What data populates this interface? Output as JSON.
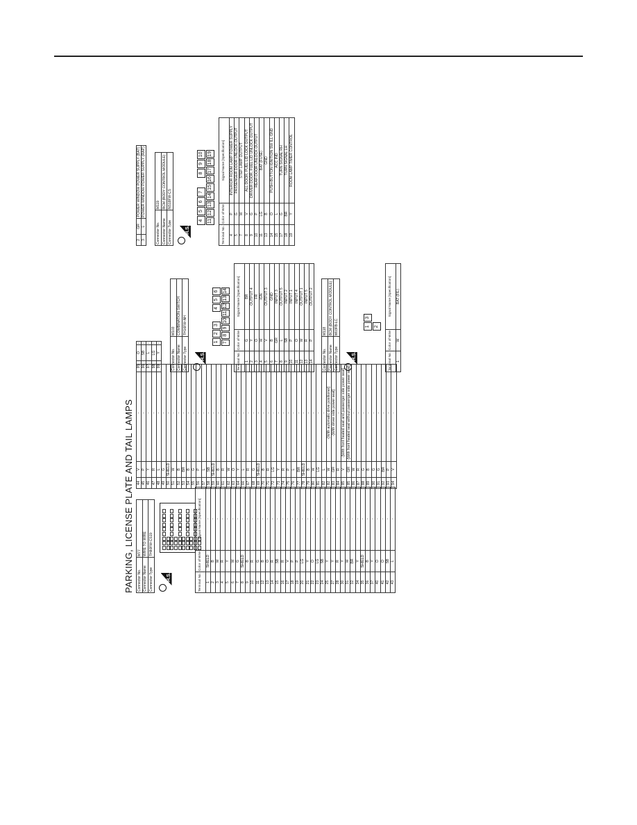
{
  "page": {
    "title": "PARKING, LICENSE PLATE AND TAIL LAMPS",
    "hs_label": "H.S."
  },
  "labels": {
    "connector_no": "Connector No.",
    "connector_name": "Connector Name",
    "connector_type": "Connector Type",
    "terminal_no": "Terminal No.",
    "color_of_wire": "Color of Wire",
    "signal_name": "Signal Name [Specification]"
  },
  "m77": {
    "no": "M77",
    "name": "WIRE TO WIRE",
    "type": "TH80FW-CS19",
    "rows": [
      [
        "1",
        "SHIELD",
        "-"
      ],
      [
        "2",
        "B",
        "-"
      ],
      [
        "3",
        "W",
        "-"
      ],
      [
        "4",
        "R",
        "-"
      ],
      [
        "5",
        "Y",
        "-"
      ],
      [
        "6",
        "W",
        "-"
      ],
      [
        "7",
        "G",
        "-"
      ],
      [
        "8",
        "SHIELD",
        "-"
      ],
      [
        "9",
        "B",
        "-"
      ],
      [
        "10",
        "R",
        "-"
      ],
      [
        "11",
        "G",
        "-"
      ],
      [
        "12",
        "B",
        "-"
      ],
      [
        "13",
        "O",
        "-"
      ],
      [
        "14",
        "R",
        "-"
      ],
      [
        "15",
        "SB",
        "-"
      ],
      [
        "16",
        "R",
        "-"
      ],
      [
        "17",
        "V",
        "-"
      ],
      [
        "18",
        "P",
        "-"
      ],
      [
        "19",
        "P",
        "-"
      ],
      [
        "20",
        "LG",
        "-"
      ],
      [
        "21",
        "Y",
        "-"
      ],
      [
        "22",
        "O",
        "-"
      ],
      [
        "23",
        "LG",
        "-"
      ],
      [
        "24",
        "SB",
        "-"
      ],
      [
        "25",
        "Y",
        "-"
      ],
      [
        "27",
        "Y",
        "-"
      ],
      [
        "28",
        "R",
        "-"
      ],
      [
        "30",
        "Y",
        "-"
      ],
      [
        "31",
        "W",
        "-"
      ],
      [
        "32",
        "BR",
        "-"
      ],
      [
        "34",
        "Y",
        "-"
      ],
      [
        "35",
        "SHIELD",
        "-"
      ],
      [
        "36",
        "B",
        "-"
      ],
      [
        "37",
        "Y",
        "-"
      ],
      [
        "40",
        "O",
        "-"
      ],
      [
        "41",
        "O",
        "-"
      ],
      [
        "42",
        "SB",
        "-"
      ],
      [
        "43",
        "L",
        "-"
      ]
    ],
    "rows2": [
      [
        "44",
        "V",
        "-"
      ],
      [
        "45",
        "P",
        "-"
      ],
      [
        "46",
        "Y",
        "-"
      ],
      [
        "47",
        "R",
        "-"
      ],
      [
        "48",
        "L",
        "-"
      ],
      [
        "49",
        "G",
        "-"
      ],
      [
        "50",
        "SHIELD",
        "-"
      ],
      [
        "51",
        "W",
        "-"
      ],
      [
        "52",
        "B",
        "-"
      ],
      [
        "53",
        "BR",
        "-"
      ],
      [
        "54",
        "B",
        "-"
      ],
      [
        "55",
        "G",
        "-"
      ],
      [
        "56",
        "P",
        "-"
      ],
      [
        "57",
        "L",
        "-"
      ],
      [
        "58",
        "SB",
        "-"
      ],
      [
        "59",
        "SHIELD",
        "-"
      ],
      [
        "60",
        "B",
        "-"
      ],
      [
        "61",
        "R",
        "-"
      ],
      [
        "62",
        "W",
        "-"
      ],
      [
        "63",
        "O",
        "-"
      ],
      [
        "64",
        "Y",
        "-"
      ],
      [
        "66",
        "L",
        "-"
      ],
      [
        "67",
        "R",
        "-"
      ],
      [
        "68",
        "G",
        "-"
      ],
      [
        "69",
        "SHIELD",
        "-"
      ],
      [
        "70",
        "B",
        "-"
      ],
      [
        "71",
        "R",
        "-"
      ],
      [
        "72",
        "LG",
        "-"
      ],
      [
        "73",
        "Y",
        "-"
      ],
      [
        "74",
        "R",
        "-"
      ],
      [
        "75",
        "P",
        "-"
      ],
      [
        "76",
        "L",
        "-"
      ],
      [
        "77",
        "BR",
        "-"
      ],
      [
        "78",
        "SHIELD",
        "-"
      ],
      [
        "79",
        "B",
        "-"
      ],
      [
        "80",
        "W",
        "-"
      ],
      [
        "81",
        "LG",
        "-"
      ],
      [
        "82",
        "L",
        "-"
      ],
      [
        "82",
        "W",
        "-[With automatic drive positioner]"
      ],
      [
        "83",
        "GR",
        "-[With driver side power seat]"
      ],
      [
        "84",
        "R",
        "-"
      ],
      [
        "85",
        "V",
        "-[With front heated seat and passenger side power seat]"
      ],
      [
        "85",
        "GR",
        "-[With front heated seat without passenger side power seat]"
      ],
      [
        "86",
        "W",
        "-"
      ],
      [
        "87",
        "R",
        "-"
      ],
      [
        "88",
        "G",
        "-"
      ],
      [
        "89",
        "B",
        "-"
      ],
      [
        "90",
        "G",
        "-"
      ],
      [
        "91",
        "G",
        "-"
      ],
      [
        "92",
        "BR",
        "-"
      ],
      [
        "93",
        "P",
        "-"
      ],
      [
        "94",
        "V",
        "-"
      ]
    ]
  },
  "m77_tail": {
    "rows": [
      [
        "95",
        "O",
        "-"
      ],
      [
        "96",
        "SB",
        "-"
      ],
      [
        "97",
        "L",
        "-"
      ],
      [
        "98",
        "LG",
        "-"
      ],
      [
        "99",
        "Y",
        "-"
      ]
    ]
  },
  "m103": {
    "no": "M103",
    "name": "COMBINATION SWITCH",
    "type": "TH16FW-NH",
    "pins_top": [
      "1",
      "2",
      "3",
      "",
      "4",
      "5",
      "6"
    ],
    "pins_bottom": [
      "7",
      "8",
      "9",
      "10",
      "11",
      "12",
      "13",
      "14"
    ],
    "rows": [
      [
        "1",
        "G",
        "BR"
      ],
      [
        "2",
        "Y",
        "OUTPUT 4"
      ],
      [
        "3",
        "O",
        "FR"
      ],
      [
        "4",
        "W",
        "IGN"
      ],
      [
        "5",
        "V",
        "OUTPUT 3"
      ],
      [
        "6",
        "B",
        "GND"
      ],
      [
        "7",
        "GR",
        "INPUT 3"
      ],
      [
        "8",
        "L",
        "OUTPUT 5"
      ],
      [
        "9",
        "SB",
        "INPUT 2"
      ],
      [
        "10",
        "P",
        "INPUT 1"
      ],
      [
        "11",
        "O",
        "INPUT 4"
      ],
      [
        "12",
        "W",
        "OUTPUT 1"
      ],
      [
        "13",
        "R",
        "INPUT 5"
      ],
      [
        "14",
        "P",
        "OUTPUT 2"
      ]
    ]
  },
  "m118": {
    "no": "M118",
    "name": "BCM (BODY CONTROL MODULE)",
    "type": "M03FB-LC",
    "pins": [
      "1",
      "3",
      "2"
    ],
    "rows": [
      [
        "1",
        "W",
        "BAT (F/L)"
      ]
    ]
  },
  "m119_head": {
    "rows": [
      [
        "2",
        "GR",
        "POWER WINDOW POWER SUPPLY (BAT)"
      ],
      [
        "3",
        "L",
        "POWER WINDOW POWER SUPPLY (RAP)"
      ]
    ]
  },
  "m119": {
    "no": "M119",
    "name": "BCM (BODY CONTROL MODULE)",
    "type": "NS18FW-CS",
    "pins_top": [
      "4",
      "5",
      "6",
      "7",
      "",
      "8",
      "9",
      "10"
    ],
    "pins_bottom": [
      "11",
      "12",
      "13",
      "14",
      "15",
      "16",
      "17",
      "18",
      "19"
    ],
    "rows": [
      [
        "4",
        "P",
        "INTERIOR ROOM LAMP POWER SUPPLY"
      ],
      [
        "5",
        "G",
        "PASSENGER DOOR UNLOCK OUTPUT"
      ],
      [
        "7",
        "W",
        "STEP LAMP OUTPUT"
      ],
      [
        "8",
        "V",
        "ALL DOOR, FUEL LID LOCK OUTPUT"
      ],
      [
        "9",
        "G",
        "DRIVER DOOR, FUEL LID UNLOCK OUTPUT"
      ],
      [
        "10",
        "P",
        "REAR DOOR UNLOCK OUTPUT"
      ],
      [
        "11",
        "LG",
        "BAT (FUSE)"
      ],
      [
        "13",
        "B",
        "GND"
      ],
      [
        "14",
        "O",
        "PUSH-BUTTON IGNITION SW ILL GND"
      ],
      [
        "15",
        "L",
        "ACC IND"
      ],
      [
        "17",
        "G",
        "TURN SIGNAL RH"
      ],
      [
        "18",
        "BR",
        "TURN SIGNAL LH"
      ],
      [
        "19",
        "Y",
        "ROOM LAMP TIMER CONTROL"
      ]
    ]
  }
}
